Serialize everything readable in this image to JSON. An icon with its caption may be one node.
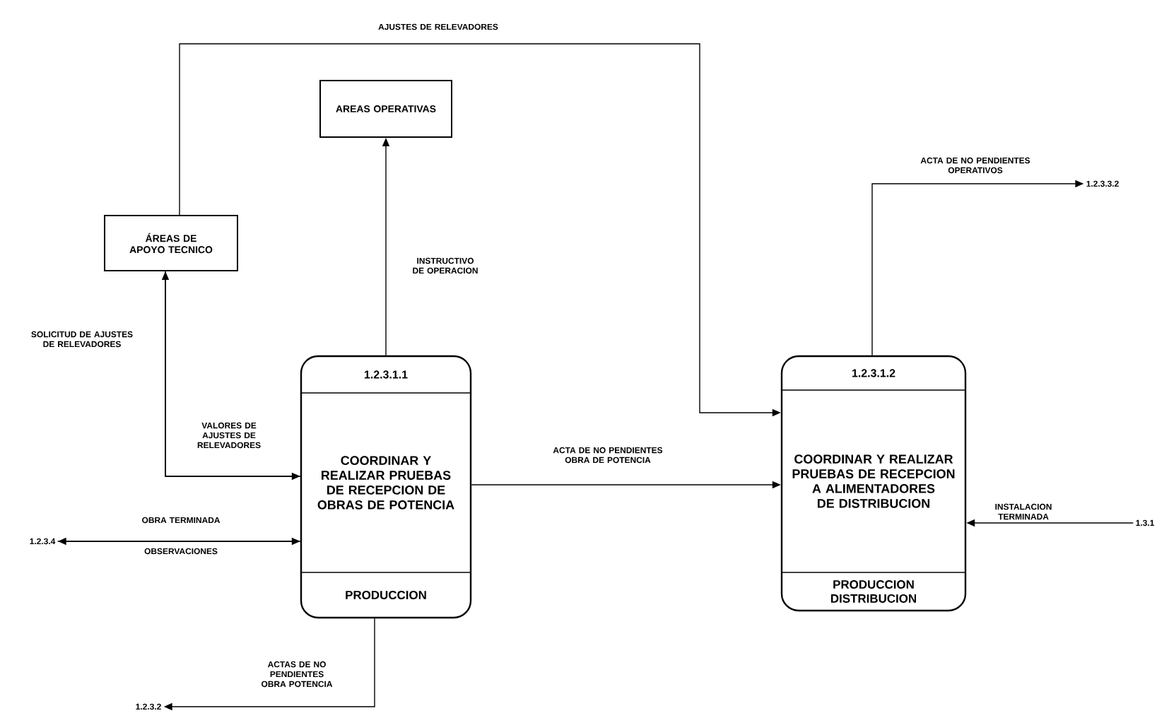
{
  "diagram": {
    "nodes": [
      {
        "text": [
          "AREAS OPERATIVAS"
        ]
      },
      {
        "text": [
          "ÁREAS DE APOYO TECNICO"
        ]
      },
      {
        "text": [
          "1.2.3.1.1",
          "COORDINAR Y REALIZAR PRUEBAS DE RECEPCION DE OBRAS DE POTENCIA",
          "PRODUCCION"
        ]
      },
      {
        "text": [
          "1.2.3.1.2",
          "COORDINAR Y REALIZAR PRUEBAS DE RECEPCION A ALIMENTADORES DE DISTRIBUCION",
          "PRODUCCION DISTRIBUCION"
        ]
      },
      {
        "text": [
          "1.2.3.3.2"
        ]
      },
      {
        "text": [
          "1.3.1"
        ]
      },
      {
        "text": [
          "1.2.3.4"
        ]
      },
      {
        "text": [
          "1.2.3.2"
        ]
      }
    ],
    "edges": [
      {
        "from": 2,
        "to": 0,
        "arrow": "to",
        "label": "INSTRUCTIVO DE OPERACION"
      },
      {
        "from": 2,
        "to": 1,
        "arrow": "to",
        "label": "SOLICITUD DE AJUSTES DE RELEVADORES"
      },
      {
        "from": 1,
        "to": 2,
        "arrow": "to",
        "label": "VALORES DE AJUSTES DE RELEVADORES"
      },
      {
        "from": 1,
        "to": 3,
        "arrow": "to",
        "label": "AJUSTES DE RELEVADORES"
      },
      {
        "from": 2,
        "to": 3,
        "arrow": "to",
        "label": "ACTA DE NO PENDIENTES OBRA DE POTENCIA"
      },
      {
        "from": 3,
        "to": 4,
        "arrow": "to",
        "label": "ACTA DE NO PENDIENTES OPERATIVOS"
      },
      {
        "from": 5,
        "to": 3,
        "arrow": "to",
        "label": "INSTALACION TERMINADA"
      },
      {
        "from": 6,
        "to": 2,
        "arrow": "to",
        "label": "OBRA TERMINADA"
      },
      {
        "from": 2,
        "to": 6,
        "arrow": "to",
        "label": "OBSERVACIONES"
      },
      {
        "from": 2,
        "to": 7,
        "arrow": "to",
        "label": "ACTAS DE NO PENDIENTES OBRA POTENCIA"
      }
    ]
  }
}
